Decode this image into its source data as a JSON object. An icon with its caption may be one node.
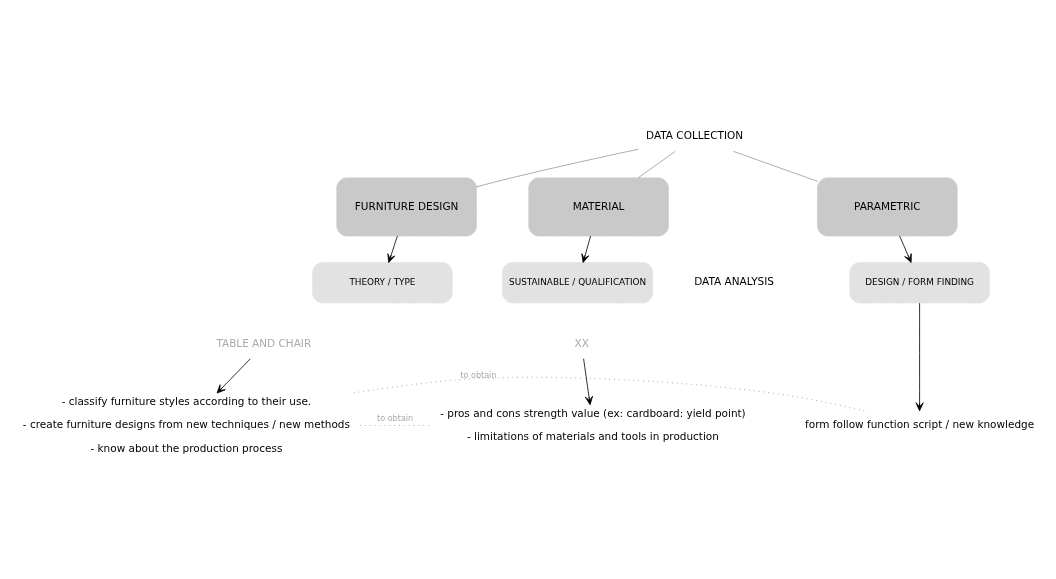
{
  "diagram": {
    "nodes": [
      {
        "text": [
          "DATA COLLECTION"
        ]
      },
      {
        "text": [
          "PARAMETRIC"
        ]
      },
      {
        "text": [
          "FURNITURE DESIGN"
        ]
      },
      {
        "text": [
          "MATERIAL"
        ]
      },
      {
        "text": [
          "DESIGN / FORM FINDING"
        ]
      },
      {
        "text": [
          "THEORY / TYPE"
        ]
      },
      {
        "text": [
          "SUSTAINABLE / QUALIFICATION"
        ]
      },
      {
        "text": [
          "TABLE AND CHAIR"
        ]
      },
      {
        "text": [
          "XX"
        ]
      },
      {
        "text": [
          "form follow function script / new knowledge"
        ]
      },
      {
        "text": [
          "- classify furniture styles according to their use.",
          "- create furniture designs from new techniques / new methods",
          "- know about the production process"
        ]
      },
      {
        "text": [
          "- pros and cons strength value (ex: cardboard: yield point)",
          "- limitations of materials and tools in production"
        ]
      }
    ],
    "edges": [
      {
        "from": 0,
        "to": 1,
        "arrow": "none",
        "color": "#999999"
      },
      {
        "from": 0,
        "to": 2,
        "arrow": "none",
        "color": "#999999"
      },
      {
        "from": 0,
        "to": 3,
        "arrow": "none",
        "color": "#999999"
      },
      {
        "from": 1,
        "to": 4,
        "arrow": "to"
      },
      {
        "from": 2,
        "to": 5,
        "arrow": "to"
      },
      {
        "from": 3,
        "to": 6,
        "arrow": "to"
      },
      {
        "from": 4,
        "to": 9,
        "arrow": "to"
      },
      {
        "from": 7,
        "to": 10,
        "arrow": "to"
      },
      {
        "from": 8,
        "to": 11,
        "arrow": "to"
      },
      {
        "from": 9,
        "to": 10,
        "arrow": "none",
        "label": "to obtain",
        "style": "dashed",
        "color": "#aaaaaa"
      },
      {
        "from": 10,
        "to": 11,
        "arrow": "none",
        "label": "to obtain",
        "style": "dashed",
        "color": "#aaaaaa"
      }
    ],
    "labels": [
      "DATA ANALYSIS"
    ]
  }
}
